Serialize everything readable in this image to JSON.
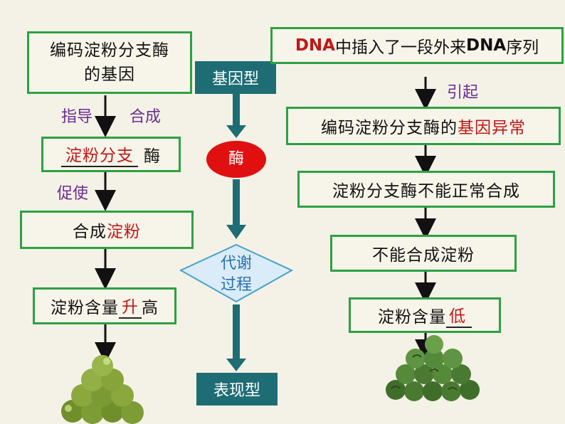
{
  "left": {
    "box1": {
      "line1": "编码淀粉分支酶",
      "line2": "的基因"
    },
    "label_guide": "指导",
    "label_synth": "合成",
    "box2": {
      "highlight": "淀粉分支",
      "suffix": "酶"
    },
    "label_promote": "促使",
    "box3": {
      "prefix": "合成",
      "highlight": "淀粉"
    },
    "box4": {
      "prefix": "淀粉含量",
      "highlight": "升",
      "suffix": "高"
    }
  },
  "middle": {
    "genotype": "基因型",
    "enzyme": "酶",
    "metabolism_line1": "代谢",
    "metabolism_line2": "过程",
    "phenotype": "表现型"
  },
  "right": {
    "box1": {
      "dna1": "DNA",
      "mid": "中插入了一段外来",
      "dna2": "DNA",
      "end": "序列"
    },
    "label_cause": "引起",
    "box2": {
      "prefix": "编码淀粉分支酶的",
      "highlight": "基因异常"
    },
    "box3": "淀粉分支酶不能正常合成",
    "box4": "不能合成淀粉",
    "box5": {
      "prefix": "淀粉含量",
      "highlight": "低"
    }
  },
  "colors": {
    "box_border": "#2ea043",
    "teal": "#1e6d75",
    "enzyme_red": "#e01010",
    "diamond_fill": "#d9ecf8",
    "diamond_border": "#4aa0c8",
    "highlight_red": "#c01818",
    "label_purple": "#6a2c91"
  }
}
